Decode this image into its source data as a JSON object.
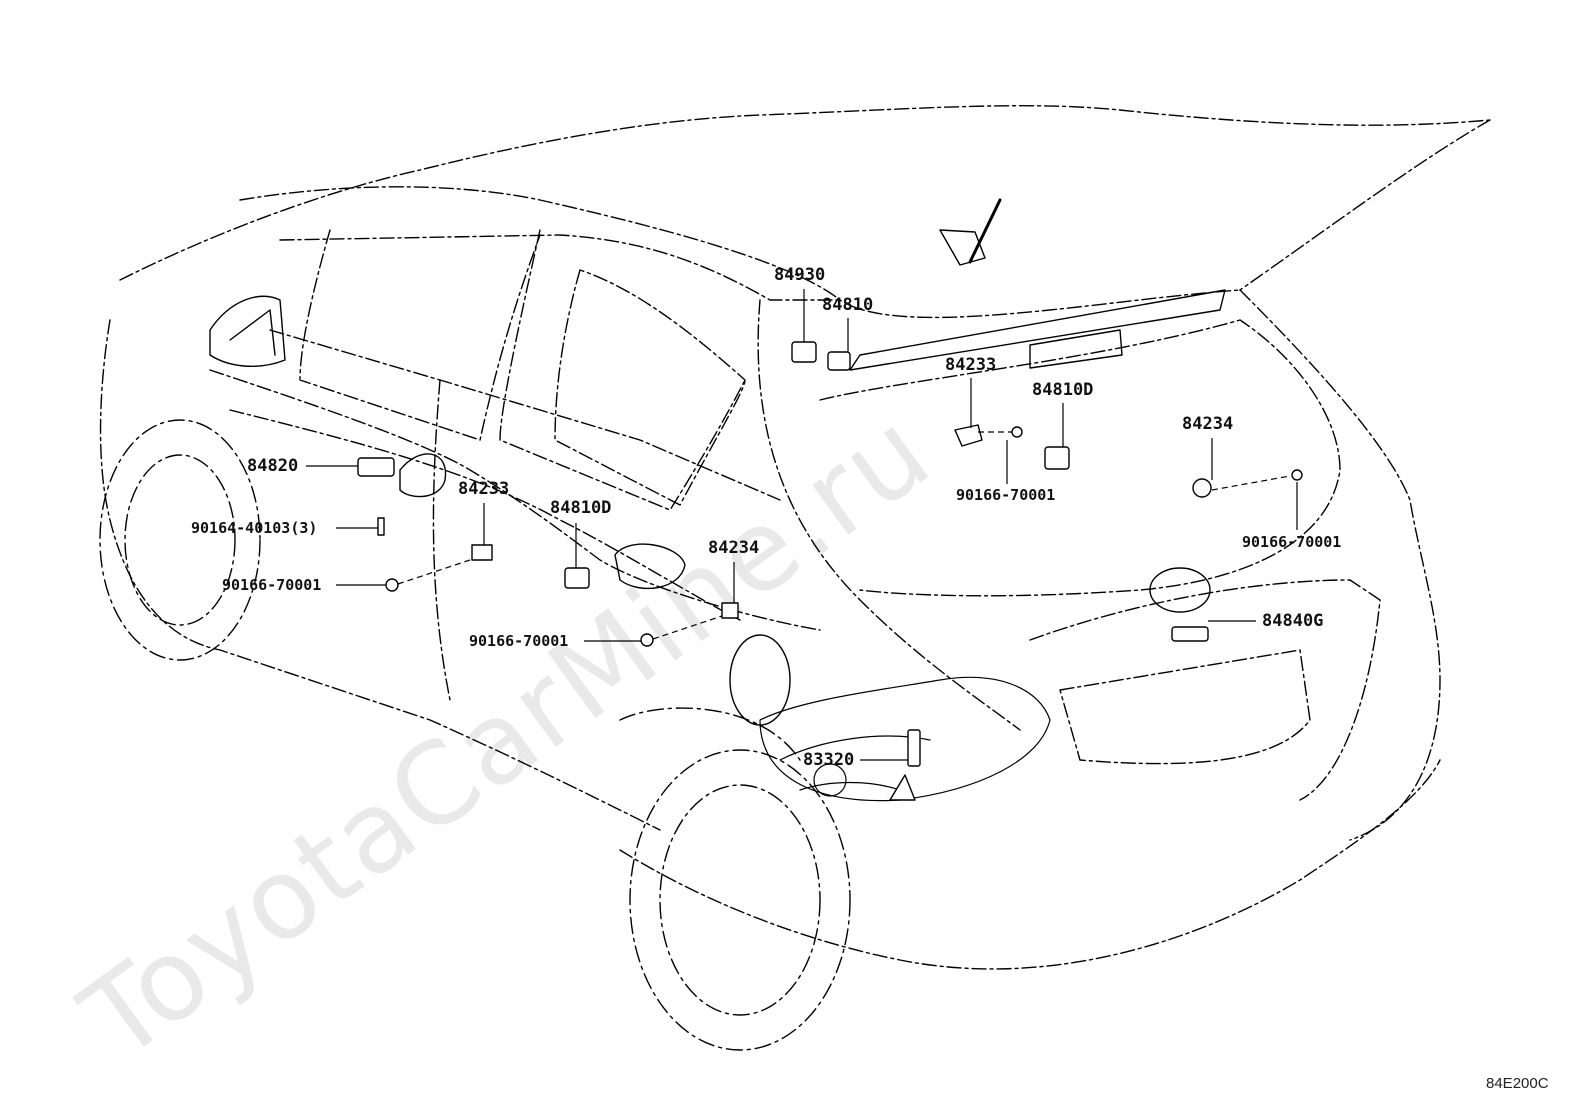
{
  "watermark": "ToyotaCarMine.ru",
  "diagram_code": "84E200C",
  "parts": [
    {
      "id": "p84930",
      "label": "84930"
    },
    {
      "id": "p84810",
      "label": "84810"
    },
    {
      "id": "p84233a",
      "label": "84233"
    },
    {
      "id": "p84810Da",
      "label": "84810D"
    },
    {
      "id": "p84234a",
      "label": "84234"
    },
    {
      "id": "p90166a",
      "label": "90166-70001"
    },
    {
      "id": "p90166b",
      "label": "90166-70001"
    },
    {
      "id": "p84820",
      "label": "84820"
    },
    {
      "id": "p90164",
      "label": "90164-40103(3)"
    },
    {
      "id": "p84233b",
      "label": "84233"
    },
    {
      "id": "p84810Db",
      "label": "84810D"
    },
    {
      "id": "p90166c",
      "label": "90166-70001"
    },
    {
      "id": "p84234b",
      "label": "84234"
    },
    {
      "id": "p90166d",
      "label": "90166-70001"
    },
    {
      "id": "p84840G",
      "label": "84840G"
    },
    {
      "id": "p83320",
      "label": "83320"
    }
  ]
}
